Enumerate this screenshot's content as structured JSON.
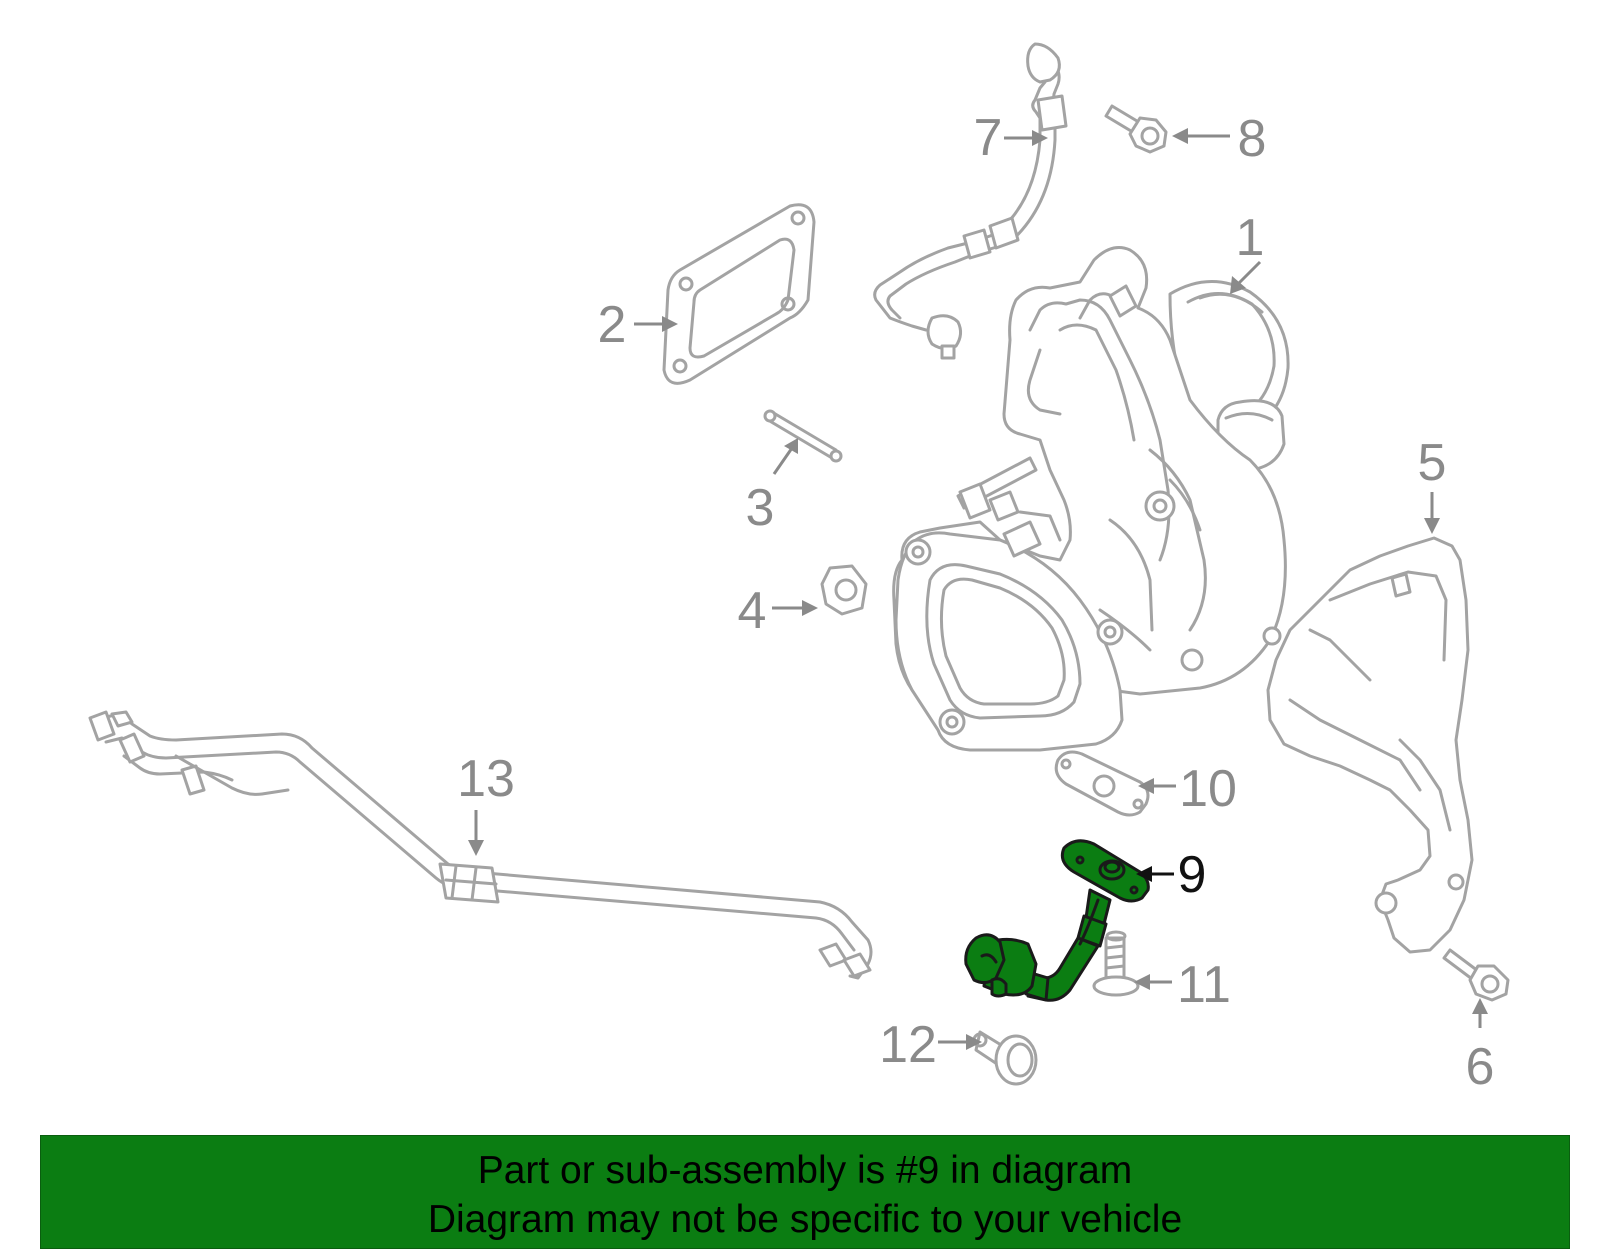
{
  "callouts": [
    {
      "number": "1",
      "name": "turbocharger"
    },
    {
      "number": "2",
      "name": "gasket"
    },
    {
      "number": "3",
      "name": "stud"
    },
    {
      "number": "4",
      "name": "nut"
    },
    {
      "number": "5",
      "name": "heat-shield"
    },
    {
      "number": "6",
      "name": "bolt"
    },
    {
      "number": "7",
      "name": "oil-feed-line"
    },
    {
      "number": "8",
      "name": "bolt"
    },
    {
      "number": "9",
      "name": "oil-return-tube"
    },
    {
      "number": "10",
      "name": "gasket"
    },
    {
      "number": "11",
      "name": "bolt"
    },
    {
      "number": "12",
      "name": "bolt"
    },
    {
      "number": "13",
      "name": "coolant-line"
    }
  ],
  "highlighted_part": "9",
  "colors": {
    "highlight": "#0b7d12",
    "banner_background": "#0b7d12",
    "part_outline": "#a3a3a3",
    "label_inactive": "#8a8a8a",
    "label_active": "#111111"
  },
  "banner": {
    "line1": "Part or sub-assembly is #9 in diagram",
    "line2": "Diagram may not be specific to your vehicle"
  }
}
